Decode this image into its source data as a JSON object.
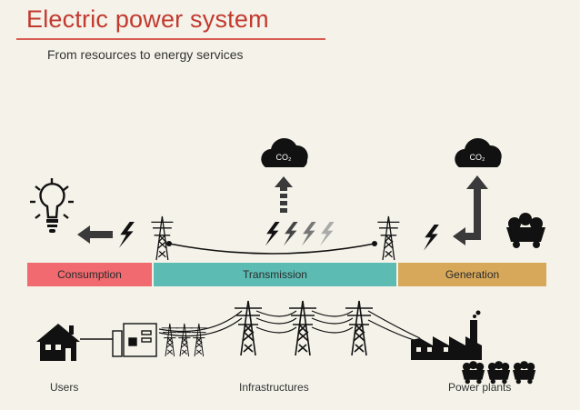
{
  "header": {
    "title": "Electric power system",
    "subtitle": "From resources to energy services"
  },
  "stages": [
    {
      "label": "Consumption",
      "color": "#f06a6f"
    },
    {
      "label": "Transmission",
      "color": "#5cbcb3"
    },
    {
      "label": "Generation",
      "color": "#d7a85a"
    }
  ],
  "bottom_labels": {
    "users": "Users",
    "infrastructures": "Infrastructures",
    "power_plants": "Power plants"
  },
  "clouds": [
    {
      "label": "CO₂"
    },
    {
      "label": "CO₂"
    }
  ],
  "colors": {
    "title": "#c2392f",
    "background": "#f4f2e9",
    "icon": "#111111",
    "arrow": "#3a3a3a"
  },
  "icons": [
    "lightbulb-icon",
    "arrow-left-icon",
    "lightning-icon",
    "pylon-icon",
    "cloud-co2-icon",
    "mine-cart-coal-icon",
    "house-icon",
    "substation-icon",
    "factory-icon",
    "coal-cart-icon"
  ]
}
